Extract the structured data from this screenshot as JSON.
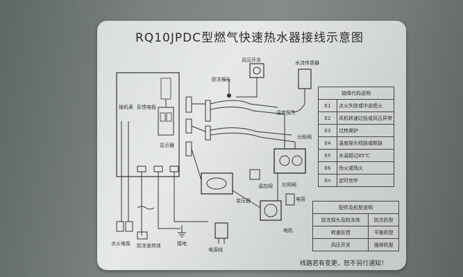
{
  "title": "RQ10JPDC型燃气快速热水器接线示意图",
  "footer": "线路若有变更，恕不另行通知！",
  "labels": {
    "wind_pressure_switch": "风压开关",
    "water_sensor": "水流传感器",
    "anti_freeze_probe": "防冻探头",
    "temp_probe": "温度探头",
    "flame_probe": "分段阀",
    "gas_valve": "比例阀",
    "control_valve": "温控阀",
    "transformer": "变压器",
    "capacitor": "电容",
    "motor": "电机",
    "display_board": "显示器",
    "ignition_needle": "操机表",
    "feedback_electrode": "反馈电极",
    "spark_electrode": "点火电极",
    "anti_freeze_heater": "防冻发热体",
    "ground": "接地",
    "power_cord": "电源线"
  },
  "fault_table": {
    "header": "故障代码说明",
    "rows": [
      {
        "code": "E1",
        "desc": "点火失败或中途熄火"
      },
      {
        "code": "E2",
        "desc": "风机转速过低或风压异常"
      },
      {
        "code": "E3",
        "desc": "过热保护"
      },
      {
        "code": "E4",
        "desc": "温度探头短路或断路"
      },
      {
        "code": "E5",
        "desc": "水温超过85℃"
      },
      {
        "code": "E6",
        "desc": "伪火或残火"
      },
      {
        "code": "En",
        "desc": "定时完毕"
      }
    ]
  },
  "parts_table": {
    "header": "配件及机型说明",
    "rows": [
      {
        "part": "防冻探头及防冻体",
        "model": "防冻机型"
      },
      {
        "part": "转速反馈",
        "model": "平衡机型"
      },
      {
        "part": "风压开关",
        "model": "强排机型"
      }
    ]
  }
}
